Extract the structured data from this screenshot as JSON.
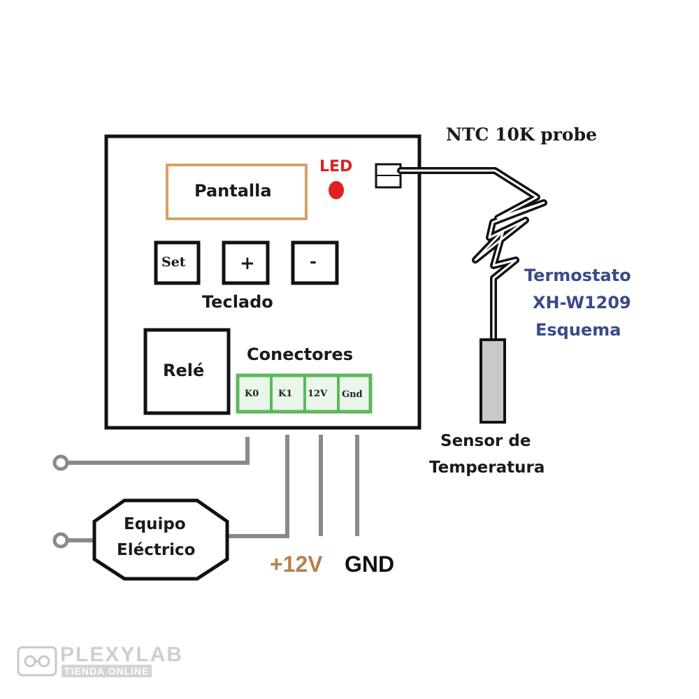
{
  "diagram": {
    "probe_title": "NTC 10K probe",
    "led_label": "LED",
    "display_label": "Pantalla",
    "keys": {
      "set": "Set",
      "plus": "+",
      "minus": "-"
    },
    "keypad_label": "Teclado",
    "relay_label": "Relé",
    "connectors_label": "Conectores",
    "terminals": [
      "K0",
      "K1",
      "12V",
      "Gnd"
    ],
    "title_lines": [
      "Termostato",
      "XH-W1209",
      "Esquema"
    ],
    "sensor_lines": [
      "Sensor de",
      "Temperatura"
    ],
    "device_lines": [
      "Equipo",
      "Eléctrico"
    ],
    "power_plus": "+12V",
    "power_gnd": "GND"
  },
  "watermark": {
    "brand": "PLEXYLAB",
    "tagline": "TIENDA ONLINE"
  },
  "colors": {
    "board_border": "#111111",
    "display_border": "#d9a067",
    "led": "#e02020",
    "led_label": "#e02020",
    "connector_green": "#5cb85c",
    "title_blue": "#3a4a8c",
    "wire_gray": "#8a8a8a",
    "power_plus": "#b8804c",
    "power_gnd": "#111111"
  }
}
